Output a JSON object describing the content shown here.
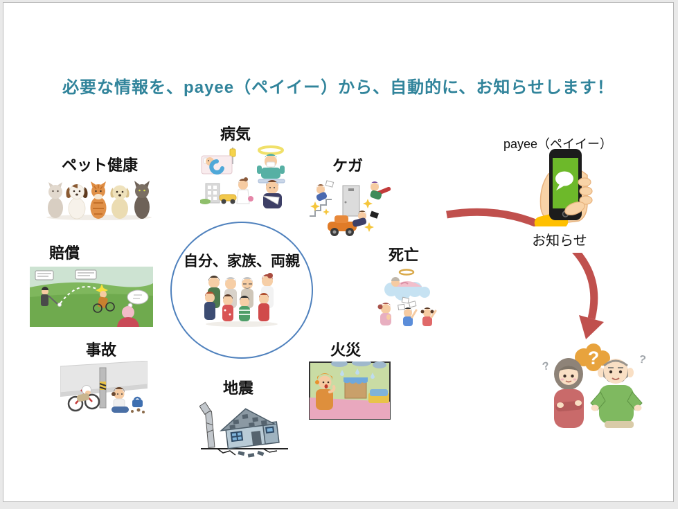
{
  "slide": {
    "title": "必要な情報を、payee（ペイイー）から、自動的に、お知らせします！"
  },
  "categories": {
    "pet_health": {
      "label": "ペット健康"
    },
    "illness": {
      "label": "病気"
    },
    "injury": {
      "label": "ケガ"
    },
    "compensation": {
      "label": "賠償"
    },
    "death": {
      "label": "死亡"
    },
    "accident": {
      "label": "事故"
    },
    "earthquake": {
      "label": "地震"
    },
    "fire": {
      "label": "火災"
    }
  },
  "center": {
    "label": "自分、家族、両親"
  },
  "payee": {
    "label": "payee（ペイイー）",
    "notice": "お知らせ"
  },
  "couple": {
    "big_question": "?",
    "left_question": "?",
    "right_question": "?"
  },
  "colors": {
    "title_teal": "#31849B",
    "arrow_red": "#C0504D",
    "circle_blue": "#4F81BD",
    "phone_screen_green": "#6DB92A",
    "cuff_yellow": "#FFC000",
    "question_orange": "#E8A33D"
  }
}
